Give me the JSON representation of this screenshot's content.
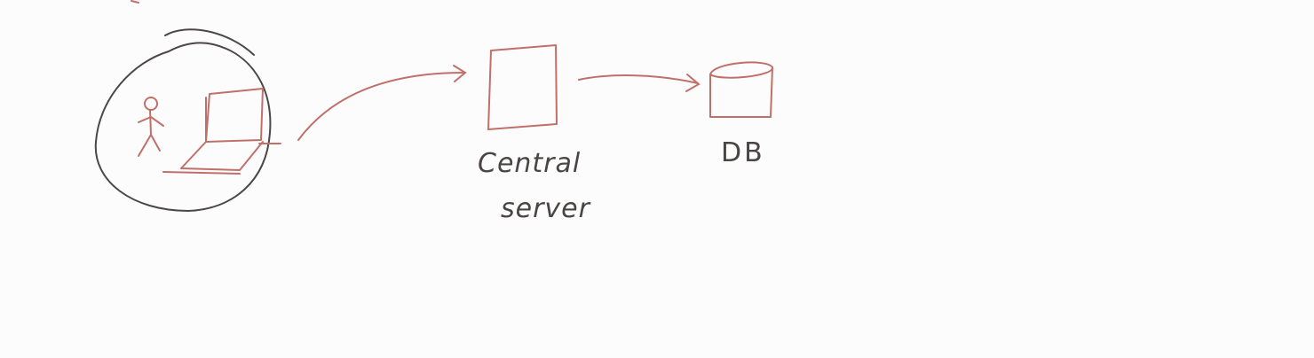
{
  "labels": {
    "server_line1": "Central",
    "server_line2": "server",
    "database": "DB"
  },
  "colors": {
    "ink_dark": "#4b4747",
    "ink_red": "#c0706a",
    "background": "#fdfcfc"
  },
  "icons": {
    "user": "stick-figure-icon",
    "client": "laptop-icon",
    "server": "server-box-icon",
    "database": "database-cylinder-icon"
  }
}
